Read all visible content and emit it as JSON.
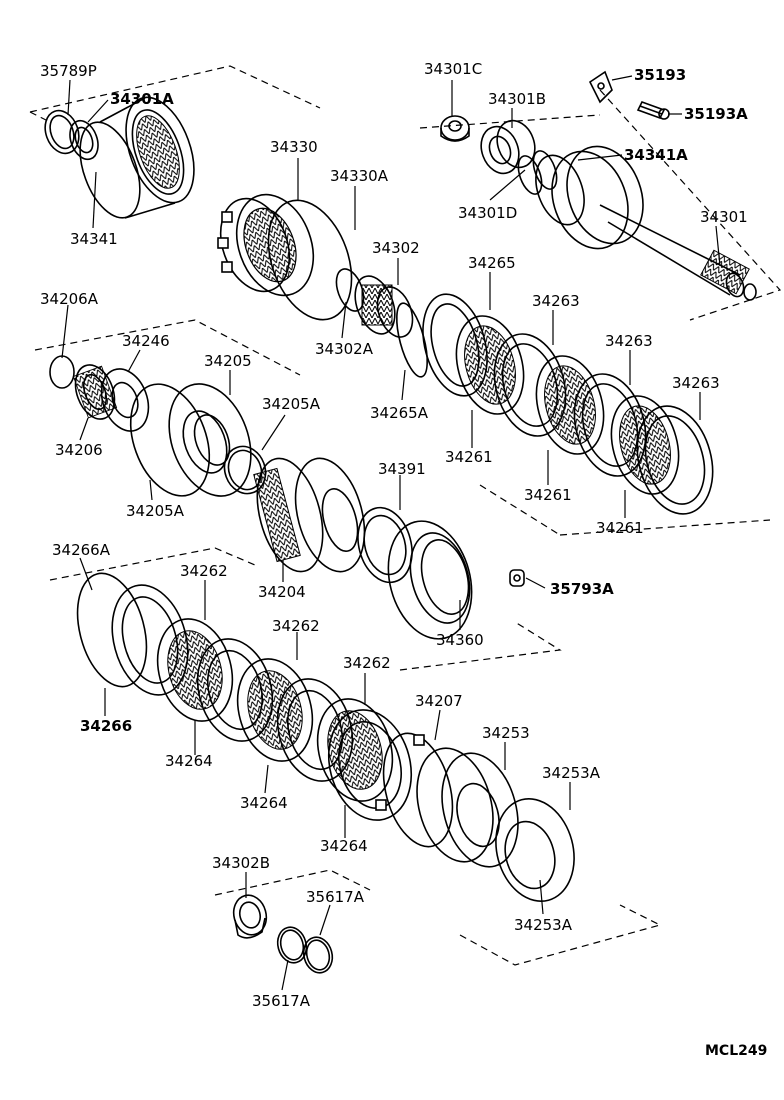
{
  "diagram_code": "MCL249",
  "part_labels": {
    "p35789P": "35789P",
    "p34301A": "34301A",
    "p34341": "34341",
    "p34330": "34330",
    "p34330A": "34330A",
    "p34302": "34302",
    "p34302A": "34302A",
    "p34301C": "34301C",
    "p34301B": "34301B",
    "p34301D": "34301D",
    "p35193": "35193",
    "p35193A": "35193A",
    "p34341A": "34341A",
    "p34301": "34301",
    "p34265": "34265",
    "p34265A": "34265A",
    "p34263a": "34263",
    "p34263b": "34263",
    "p34263c": "34263",
    "p34261a": "34261",
    "p34261b": "34261",
    "p34261c": "34261",
    "p34206A": "34206A",
    "p34246": "34246",
    "p34205": "34205",
    "p34205A_top": "34205A",
    "p34206": "34206",
    "p34205A_bottom": "34205A",
    "p34391": "34391",
    "p34204": "34204",
    "p34360": "34360",
    "p35793A": "35793A",
    "p34266A": "34266A",
    "p34262a": "34262",
    "p34262b": "34262",
    "p34262c": "34262",
    "p34266": "34266",
    "p34264a": "34264",
    "p34264b": "34264",
    "p34264c": "34264",
    "p34207": "34207",
    "p34253": "34253",
    "p34253A_top": "34253A",
    "p34253A_bottom": "34253A",
    "p34302B": "34302B",
    "p35617A_top": "35617A",
    "p35617A_bottom": "35617A"
  }
}
